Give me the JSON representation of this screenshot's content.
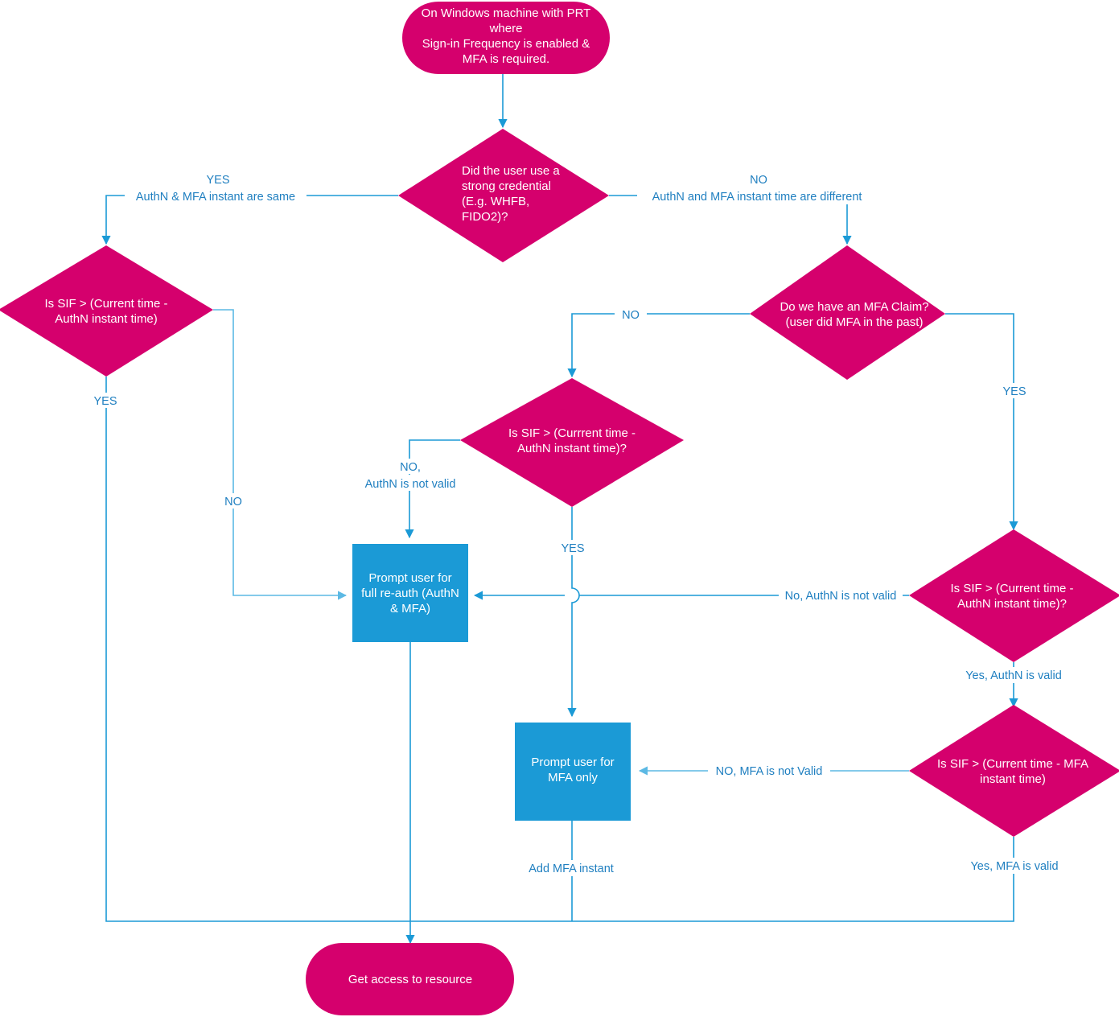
{
  "diagram": {
    "title": "Sign-in Frequency and MFA re-authentication decision flow",
    "colors": {
      "node_pink": "#d5006d",
      "node_blue": "#1b9ad6",
      "edge_line": "#1b9ad6",
      "edge_label_text": "#1f7fc0",
      "node_text": "#ffffff",
      "background": "#ffffff"
    },
    "nodes": {
      "start": {
        "shape": "terminator",
        "lines": [
          "On Windows machine with PRT",
          "where",
          "Sign-in Frequency is enabled &",
          "MFA is required."
        ]
      },
      "d_strong_cred": {
        "shape": "decision",
        "lines": [
          "Did the user use a",
          "strong credential",
          "(E.g. WHFB,",
          "FIDO2)?"
        ]
      },
      "d_sif_left": {
        "shape": "decision",
        "lines": [
          "Is SIF > (Current time -",
          "AuthN instant time)"
        ]
      },
      "d_mfa_claim": {
        "shape": "decision",
        "lines": [
          "Do we have an MFA Claim?",
          "(user did MFA in the past)"
        ]
      },
      "d_sif_center": {
        "shape": "decision",
        "lines": [
          "Is SIF > (Currrent time -",
          "AuthN instant time)?"
        ]
      },
      "d_sif_right_authn": {
        "shape": "decision",
        "lines": [
          "Is SIF > (Current time -",
          "AuthN instant time)?"
        ]
      },
      "d_sif_right_mfa": {
        "shape": "decision",
        "lines": [
          "Is SIF > (Current time - MFA",
          "instant time)"
        ]
      },
      "p_full_reauth": {
        "shape": "process",
        "lines": [
          "Prompt user for",
          "full re-auth (AuthN",
          "& MFA)"
        ]
      },
      "p_mfa_only": {
        "shape": "process",
        "lines": [
          "Prompt user for",
          "MFA only"
        ]
      },
      "end": {
        "shape": "terminator",
        "lines": [
          "Get access to resource"
        ]
      }
    },
    "edge_labels": {
      "yes_same_line1": "YES",
      "yes_same_line2": "AuthN & MFA instant are same",
      "no_different_line1": "NO",
      "no_different_line2": "AuthN and MFA instant time are different",
      "left_yes": "YES",
      "left_no": "NO",
      "claim_no": "NO",
      "claim_yes": "YES",
      "center_no_line1": "NO,",
      "center_no_line2": "AuthN is not valid",
      "center_yes": "YES",
      "right_no_authn": "No, AuthN is not valid",
      "right_yes_authn": "Yes, AuthN is valid",
      "right_no_mfa": "NO, MFA is not Valid",
      "right_yes_mfa": "Yes, MFA is valid",
      "add_mfa_instant": "Add MFA instant"
    }
  }
}
